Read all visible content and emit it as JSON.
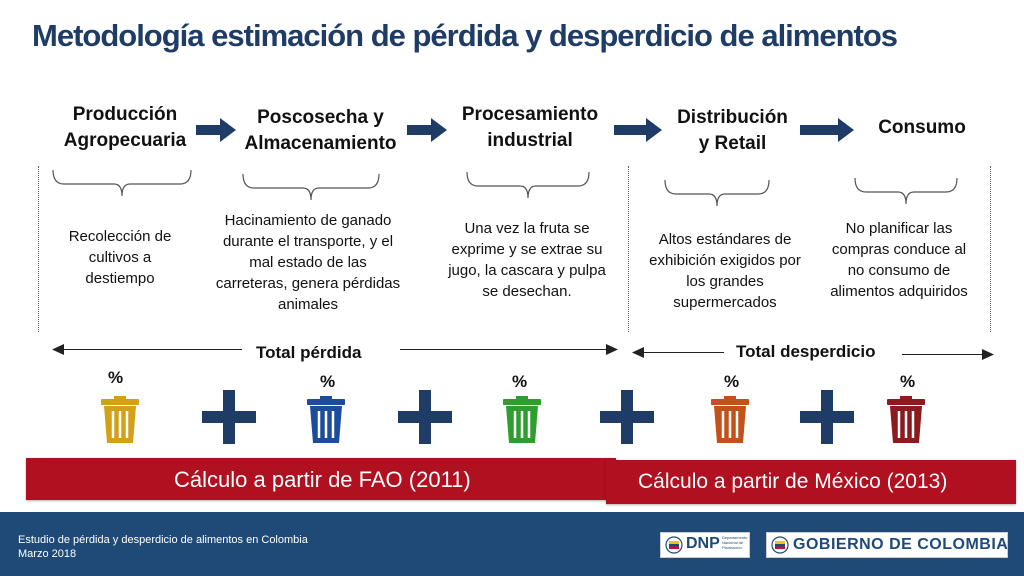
{
  "title": "Metodología estimación de pérdida y desperdicio de alimentos",
  "stages": [
    {
      "line1": "Producción",
      "line2": "Agropecuaria"
    },
    {
      "line1": "Poscosecha y",
      "line2": "Almacenamiento"
    },
    {
      "line1": "Procesamiento",
      "line2": "industrial"
    },
    {
      "line1": "Distribución",
      "line2": "y Retail"
    },
    {
      "line1": "Consumo",
      "line2": ""
    }
  ],
  "descriptions": [
    {
      "lines": [
        "Recolección de",
        "cultivos a",
        "destiempo"
      ]
    },
    {
      "lines": [
        "Hacinamiento de ganado",
        "durante el transporte, y el",
        "mal estado de las",
        "carreteras, genera pérdidas",
        "animales"
      ]
    },
    {
      "lines": [
        "Una vez la fruta se",
        "exprime y se extrae su",
        "jugo, la cascara y pulpa",
        "se desechan."
      ]
    },
    {
      "lines": [
        "Altos estándares de",
        "exhibición exigidos por",
        "los grandes",
        "supermercados"
      ]
    },
    {
      "lines": [
        "No planificar las",
        "compras conduce al",
        "no consumo de",
        "alimentos adquiridos"
      ]
    }
  ],
  "totals": {
    "loss_label": "Total pérdida",
    "waste_label": "Total desperdicio"
  },
  "percent_symbol": "%",
  "bin_colors": [
    "#d4a017",
    "#1c4d9c",
    "#2e9e2e",
    "#c4501a",
    "#8c1a1f"
  ],
  "bars": {
    "fao": "Cálculo a partir de FAO (2011)",
    "mexico": "Cálculo a partir de México (2013)"
  },
  "footer": {
    "line1": "Estudio de pérdida y desperdicio de alimentos en Colombia",
    "line2": "Marzo 2018"
  },
  "logos": {
    "dnp": "DNP",
    "dnp_sub": "Departamento Nacional de Planeación",
    "gobierno": "GOBIERNO DE COLOMBIA"
  },
  "colors": {
    "title": "#1f3c66",
    "arrow": "#1f3c66",
    "plus": "#1f3c66",
    "red_bar": "#b0101f",
    "footer": "#1f4a78"
  }
}
